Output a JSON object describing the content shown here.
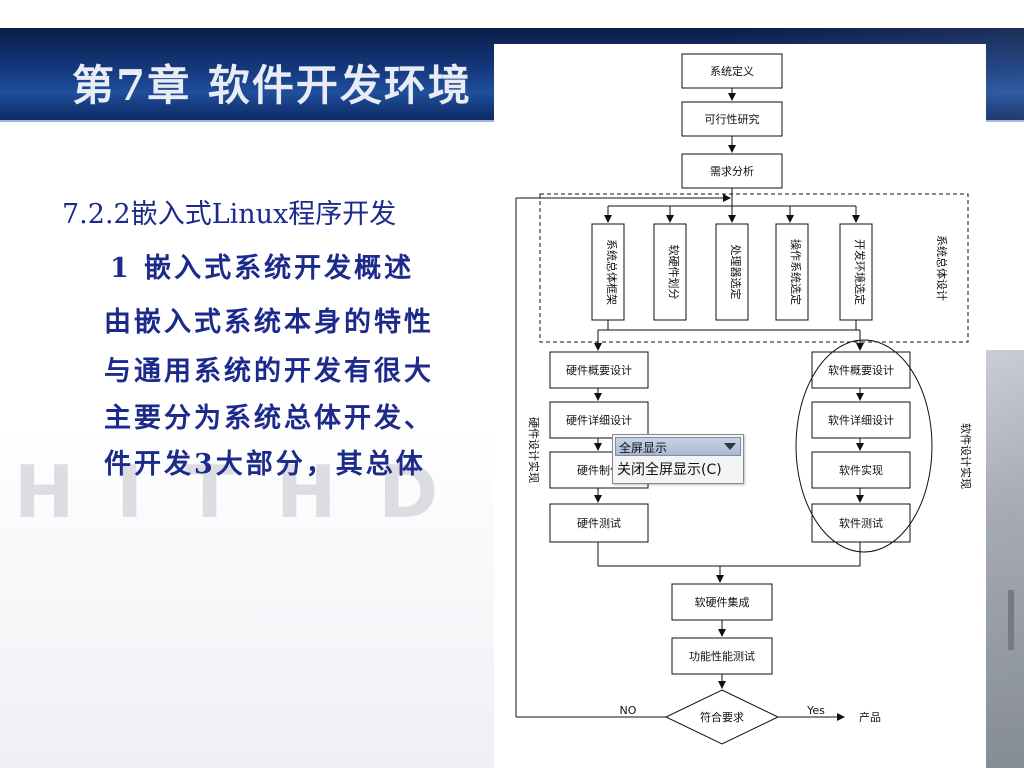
{
  "slide": {
    "title": "第7章 软件开发环境",
    "section": "7.2.2嵌入式Linux程序开发",
    "subheading": "1  嵌入式系统开发概述",
    "paragraph_lines": [
      "由嵌入式系统本身的特性",
      "与通用系统的开发有很大",
      "主要分为系统总体开发、",
      "件开发3大部分，其总体"
    ],
    "watermark": "HITHD"
  },
  "flowchart": {
    "top_steps": [
      "系统定义",
      "可行性研究",
      "需求分析"
    ],
    "system_design_items": [
      "系统总体框架",
      "软硬件划分",
      "处理器选定",
      "操作系统选定",
      "开发环境选定"
    ],
    "system_design_label": "系统总体设计",
    "hardware_steps": [
      "硬件概要设计",
      "硬件详细设计",
      "硬件制作",
      "硬件测试"
    ],
    "hardware_label": "硬件设计实现",
    "software_steps": [
      "软件概要设计",
      "软件详细设计",
      "软件实现",
      "软件测试"
    ],
    "software_label": "软件设计实现",
    "integration": "软硬件集成",
    "function_test": "功能性能测试",
    "decision": "符合要求",
    "no_label": "NO",
    "yes_label": "Yes",
    "product": "产品"
  },
  "context_menu": {
    "header": "全屏显示",
    "item": "关闭全屏显示(C)"
  },
  "colors": {
    "title_bar": "#15397d",
    "body_text": "#1c2a8c"
  }
}
